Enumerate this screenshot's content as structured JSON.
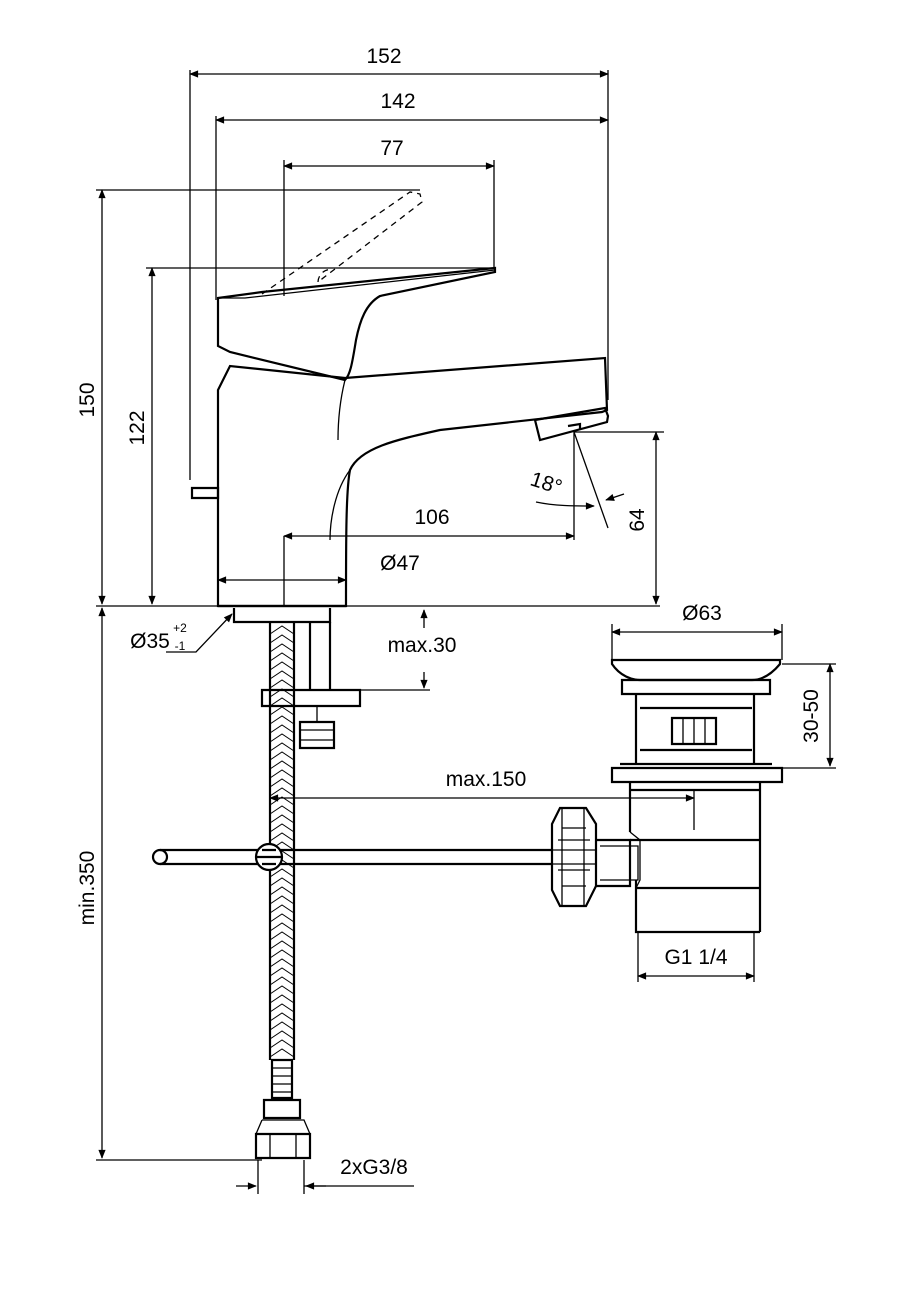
{
  "dimensions": {
    "overall_length": "152",
    "base_to_spout_length": "142",
    "lever_length": "77",
    "overall_height": "150",
    "lever_height": "122",
    "spout_projection": "106",
    "spout_angle": "18°",
    "spout_height": "64",
    "body_diameter": "Ø47",
    "hole_diameter": "Ø35",
    "hole_tol_plus": "+2",
    "hole_tol_minus": "-1",
    "max_deck_thickness": "max.30",
    "waste_diameter": "Ø63",
    "waste_height_range": "30-50",
    "rod_length": "max.150",
    "min_hose_length": "min.350",
    "waste_thread": "G1 1/4",
    "hose_connection": "2xG3/8"
  }
}
